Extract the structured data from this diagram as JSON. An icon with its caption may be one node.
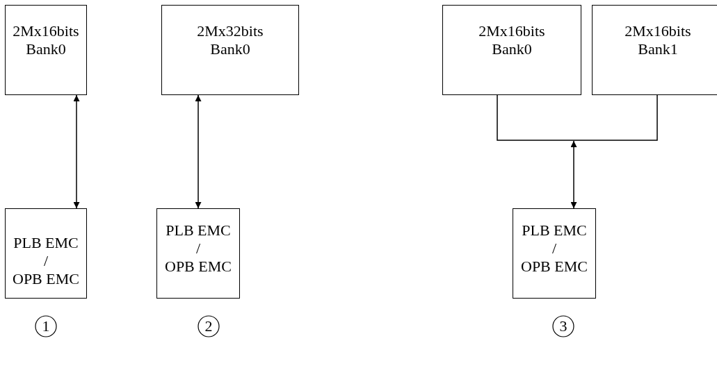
{
  "diagram": {
    "nodes": [
      {
        "text": [
          "2Mx16bits Bank0"
        ]
      },
      {
        "text": [
          "PLB EMC",
          "/",
          "OPB EMC"
        ]
      },
      {
        "text": [
          "2Mx32bits Bank0"
        ]
      },
      {
        "text": [
          "PLB EMC",
          "/",
          "OPB EMC"
        ]
      },
      {
        "text": [
          "2Mx16bits Bank0"
        ]
      },
      {
        "text": [
          "2Mx16bits Bank1"
        ]
      },
      {
        "text": [
          "PLB EMC",
          "/",
          "OPB EMC"
        ]
      }
    ],
    "edges": [
      {
        "from": 0,
        "to": 1,
        "arrow": "both"
      },
      {
        "from": 2,
        "to": 3,
        "arrow": "both"
      },
      {
        "from": 4,
        "to": 6,
        "arrow": "to"
      },
      {
        "from": 5,
        "to": 6,
        "arrow": "to"
      }
    ],
    "labels": [
      "1",
      "2",
      "3"
    ]
  }
}
